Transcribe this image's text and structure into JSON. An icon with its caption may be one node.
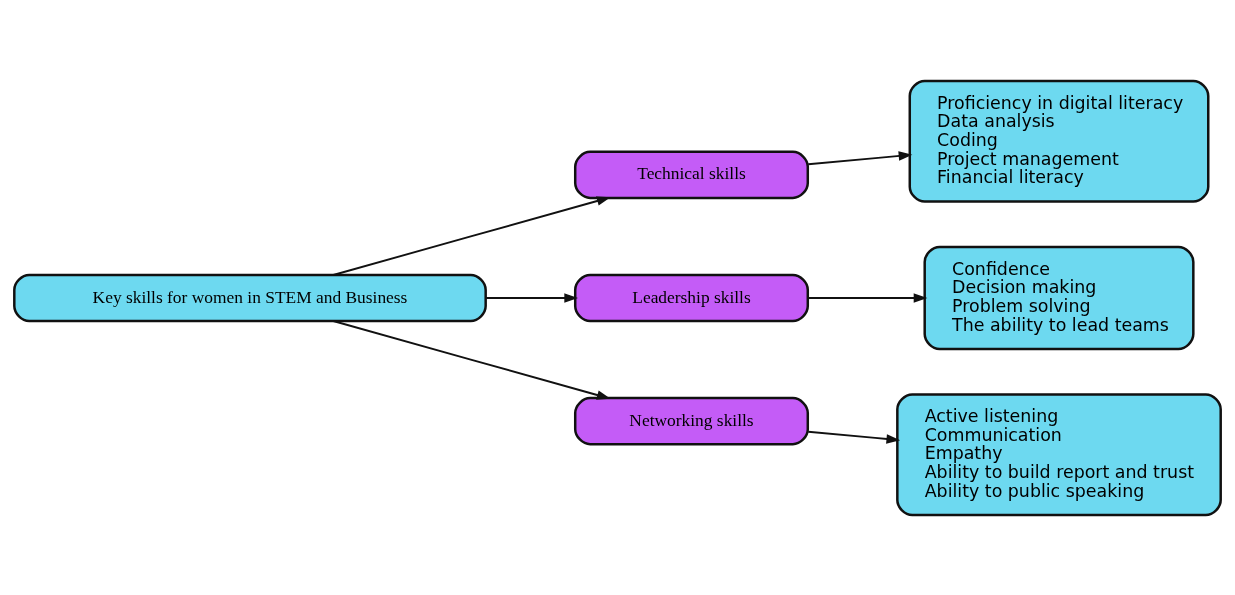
{
  "diagram": {
    "nodes": [
      {
        "text": [
          "Key skills for women in STEM and Business"
        ]
      },
      {
        "text": [
          "Technical skills"
        ]
      },
      {
        "text": [
          "Leadership skills"
        ]
      },
      {
        "text": [
          "Networking skills"
        ]
      },
      {
        "text": [
          "Proficiency in digital literacy",
          "Data analysis",
          "Coding",
          "Project management",
          "Financial literacy"
        ]
      },
      {
        "text": [
          "Confidence",
          "Decision making",
          "Problem solving",
          "The ability to lead teams"
        ]
      },
      {
        "text": [
          "Active listening",
          "Communication",
          "Empathy",
          "Ability to build report and trust",
          "Ability to public speaking"
        ]
      }
    ],
    "edges": [
      {
        "from": 0,
        "to": 1,
        "arrow": "to"
      },
      {
        "from": 0,
        "to": 2,
        "arrow": "to"
      },
      {
        "from": 0,
        "to": 3,
        "arrow": "to"
      },
      {
        "from": 1,
        "to": 4,
        "arrow": "to"
      },
      {
        "from": 2,
        "to": 5,
        "arrow": "to"
      },
      {
        "from": 3,
        "to": 6,
        "arrow": "to"
      }
    ]
  }
}
